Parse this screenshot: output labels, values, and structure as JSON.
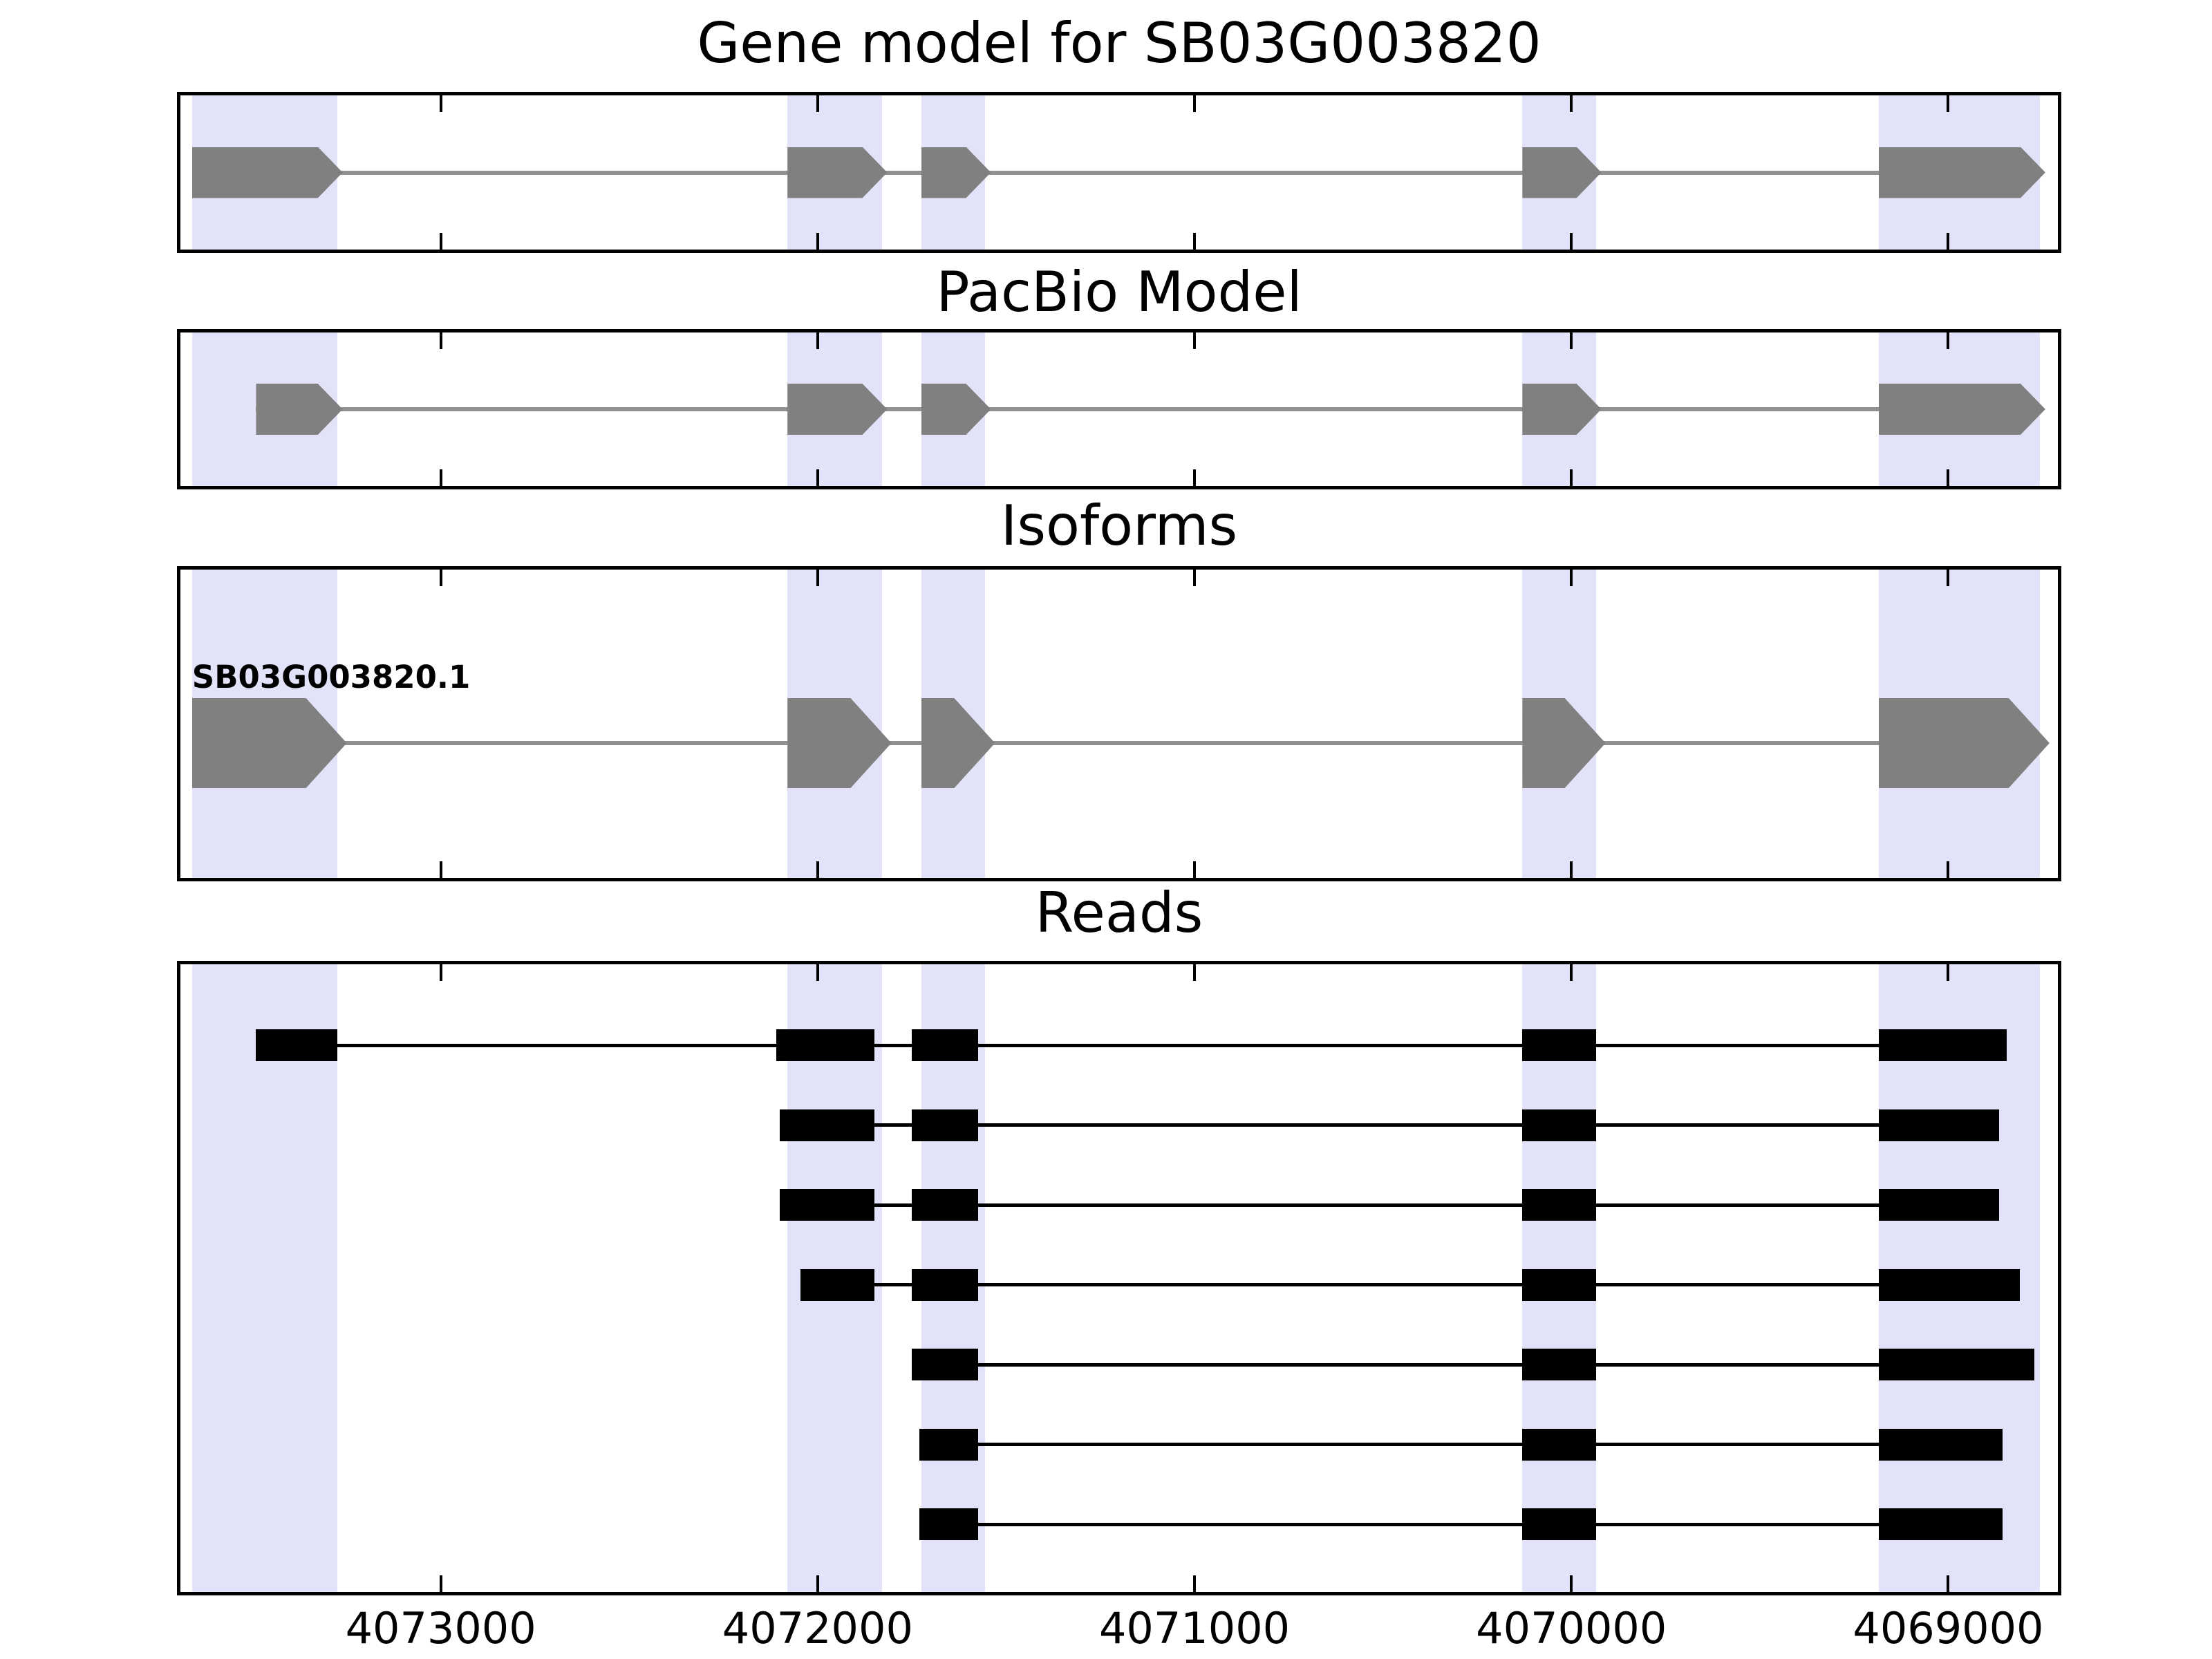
{
  "figure": {
    "background": "#ffffff",
    "colors": {
      "highlight_band": "#e2e2f8",
      "exon_fill": "#808080",
      "intron_line": "#909090",
      "read_fill": "#000000",
      "read_line": "#000000",
      "border": "#000000",
      "tick": "#000000",
      "text": "#000000"
    }
  },
  "chart_data": {
    "type": "genomic-track",
    "title": "Gene model for SB03G003820",
    "axis": {
      "coord_left_edge": 4073700,
      "coord_right_edge": 4068700,
      "direction": "decreasing",
      "ticks": [
        4073000,
        4072000,
        4071000,
        4070000,
        4069000
      ],
      "tick_labels": [
        "4073000",
        "4072000",
        "4071000",
        "4070000",
        "4069000"
      ]
    },
    "highlight_regions": [
      [
        4073660,
        4073275
      ],
      [
        4072080,
        4071830
      ],
      [
        4071725,
        4071555
      ],
      [
        4070130,
        4069935
      ],
      [
        4069185,
        4068757
      ]
    ],
    "panels": [
      {
        "title": "Gene model for SB03G003820",
        "kind": "model",
        "exons": [
          [
            4073660,
            4073275
          ],
          [
            4072080,
            4071830
          ],
          [
            4071725,
            4071555
          ],
          [
            4070130,
            4069935
          ],
          [
            4069185,
            4068757
          ]
        ]
      },
      {
        "title": "PacBio Model",
        "kind": "model",
        "exons": [
          [
            4073490,
            4073275
          ],
          [
            4072080,
            4071830
          ],
          [
            4071725,
            4071555
          ],
          [
            4070130,
            4069935
          ],
          [
            4069185,
            4068757
          ]
        ]
      },
      {
        "title": "Isoforms",
        "kind": "isoform",
        "isoform_label": "SB03G003820.1",
        "exons": [
          [
            4073660,
            4073275
          ],
          [
            4072080,
            4071830
          ],
          [
            4071725,
            4071555
          ],
          [
            4070130,
            4069935
          ],
          [
            4069185,
            4068757
          ]
        ]
      },
      {
        "title": "Reads",
        "kind": "reads",
        "reads": [
          [
            [
              4073490,
              4073275
            ],
            [
              4072110,
              4071850
            ],
            [
              4071750,
              4071575
            ],
            [
              4070130,
              4069935
            ],
            [
              4069185,
              4068845
            ]
          ],
          [
            [
              4072100,
              4071850
            ],
            [
              4071750,
              4071575
            ],
            [
              4070130,
              4069935
            ],
            [
              4069185,
              4068865
            ]
          ],
          [
            [
              4072100,
              4071850
            ],
            [
              4071750,
              4071575
            ],
            [
              4070130,
              4069935
            ],
            [
              4069185,
              4068865
            ]
          ],
          [
            [
              4072045,
              4071850
            ],
            [
              4071750,
              4071575
            ],
            [
              4070130,
              4069935
            ],
            [
              4069185,
              4068810
            ]
          ],
          [
            [
              4071750,
              4071575
            ],
            [
              4070130,
              4069935
            ],
            [
              4069185,
              4068772
            ]
          ],
          [
            [
              4071730,
              4071575
            ],
            [
              4070130,
              4069935
            ],
            [
              4069185,
              4068855
            ]
          ],
          [
            [
              4071730,
              4071575
            ],
            [
              4070130,
              4069935
            ],
            [
              4069185,
              4068855
            ]
          ]
        ]
      }
    ]
  }
}
